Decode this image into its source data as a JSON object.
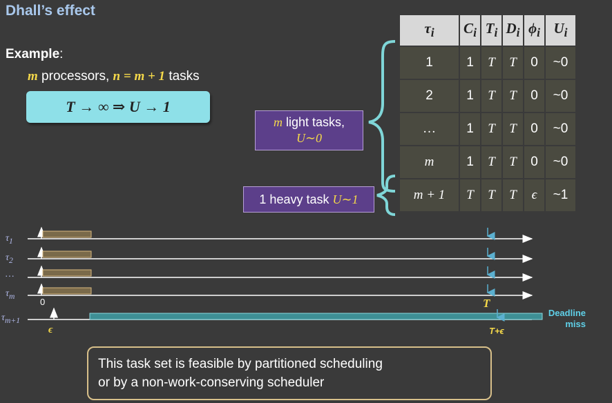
{
  "title": "Dhall’s effect",
  "example": {
    "label": "Example",
    "colon": ":",
    "processors_var": "m",
    "processors_text": " processors, ",
    "tasks_formula": "n = m + 1",
    "tasks_text": " tasks",
    "limit_formula": "T → ∞ ⇒ U → 1"
  },
  "callouts": {
    "light_line1_var": "m",
    "light_line1_text": " light tasks,",
    "light_line2": "U∼0",
    "heavy_text": "1 heavy task ",
    "heavy_formula": "U∼1"
  },
  "table": {
    "headers": [
      "τ",
      "C",
      "T",
      "D",
      "ϕ",
      "U"
    ],
    "header_sub": "i",
    "rows": [
      [
        "1",
        "1",
        "T",
        "T",
        "0",
        "~0"
      ],
      [
        "2",
        "1",
        "T",
        "T",
        "0",
        "~0"
      ],
      [
        "…",
        "1",
        "T",
        "T",
        "0",
        "~0"
      ],
      [
        "m",
        "1",
        "T",
        "T",
        "0",
        "~0"
      ],
      [
        "m + 1",
        "T",
        "T",
        "T",
        "ϵ",
        "~1"
      ]
    ]
  },
  "gantt": {
    "task_labels": [
      "τ",
      "τ",
      "…",
      "τ",
      "τ"
    ],
    "task_subs": [
      "1",
      "2",
      "",
      "m",
      "m+1"
    ],
    "origin_label": "0",
    "epsilon_label": "ϵ",
    "deadline_label": "T",
    "deadline2_label": "T+ϵ",
    "miss_line1": "Deadline",
    "miss_line2": "miss"
  },
  "conclusion": {
    "line1": "This task set is feasible by partitioned scheduling",
    "line2": "or by a non-work-conserving scheduler"
  },
  "colors": {
    "background": "#3a3a3a",
    "title": "#a9c8ec",
    "accent_yellow": "#f5d94a",
    "formula_box": "#8ee0e8",
    "callout": "#5c3f8a",
    "brace": "#7fd6d8",
    "job_bar": "#7a6a4a",
    "heavy_bar": "#3e8f95",
    "miss_text": "#5fd0e8",
    "arrow_down": "#5bb0d0",
    "conclusion_border": "#d8c08a"
  }
}
